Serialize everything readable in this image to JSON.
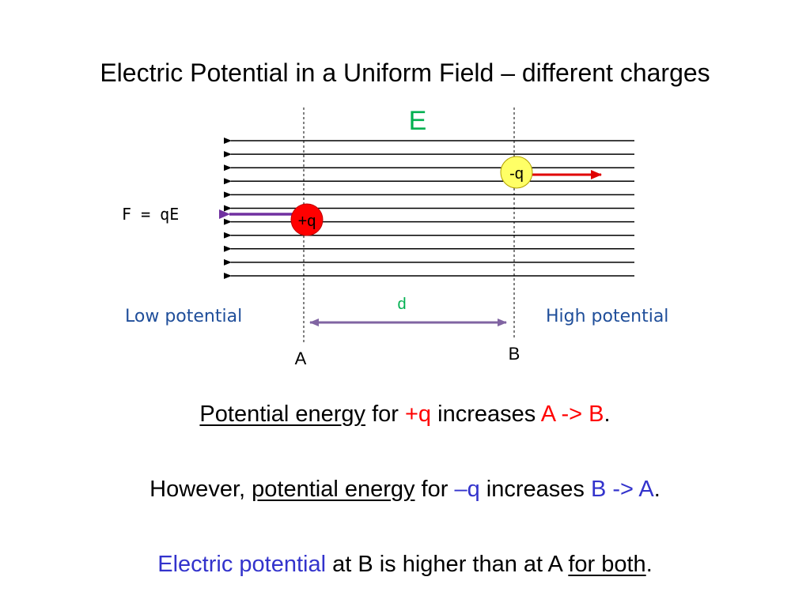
{
  "title": "Electric Potential in a Uniform Field – different charges",
  "diagram": {
    "field_label": "E",
    "force_label": "F = qE",
    "positive_charge": "+q",
    "negative_charge": "-q",
    "distance_label": "d",
    "low_potential": "Low potential",
    "high_potential": "High potential",
    "point_a": "A",
    "point_b": "B",
    "field_line_count": 11
  },
  "text": {
    "line1": {
      "part1": "Potential energy",
      "part2": " for ",
      "part3": "+q",
      "part4": " increases ",
      "part5": "A -> B",
      "part6": "."
    },
    "line2": {
      "part1": "However, ",
      "part2": "potential energy",
      "part3": " for ",
      "part4": "–q",
      "part5": " increases ",
      "part6": "B -> A",
      "part7": "."
    },
    "line3": {
      "part1": "Electric potential",
      "part2": " at B is higher than at A ",
      "part3": "for both",
      "part4": "."
    }
  },
  "colors": {
    "field_label": "#00b050",
    "distance_label": "#00b050",
    "red": "#ff0000",
    "blue": "#3333cc",
    "potential_label": "#1f4e9a",
    "positive_fill": "#ff0000",
    "negative_fill": "#ffff66",
    "force_arrow": "#7030a0",
    "distance_arrow": "#8064a2",
    "neg_force_arrow": "#e00000"
  }
}
